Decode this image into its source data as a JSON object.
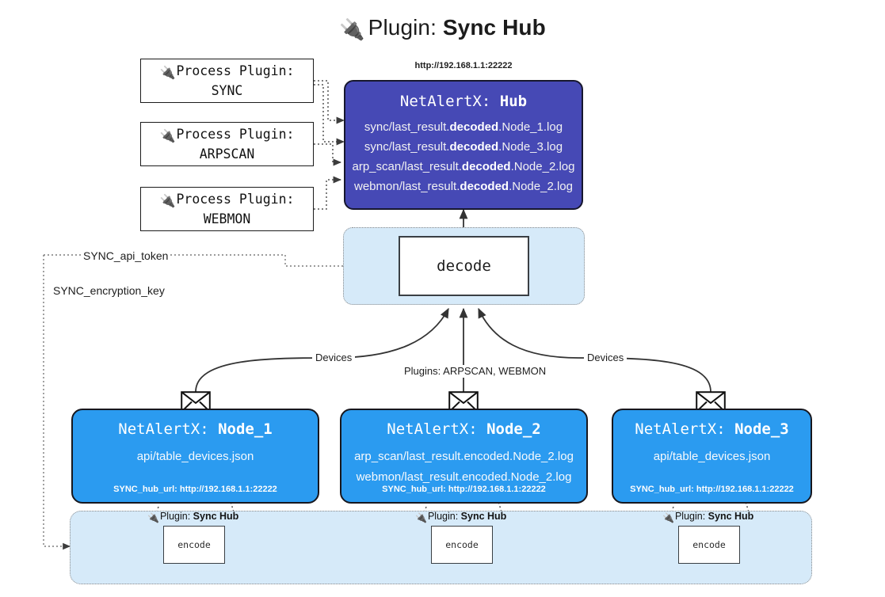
{
  "title": {
    "icon": "plug-icon",
    "glyph": "🔌",
    "lead": "Plugin: ",
    "name": "Sync Hub"
  },
  "process_plugins": [
    {
      "icon": "plug-icon",
      "glyph": "🔌",
      "line1": "Process Plugin:",
      "line2": "SYNC"
    },
    {
      "icon": "plug-icon",
      "glyph": "🔌",
      "line1": "Process Plugin:",
      "line2": "ARPSCAN"
    },
    {
      "icon": "plug-icon",
      "glyph": "🔌",
      "line1": "Process Plugin:",
      "line2": "WEBMON"
    }
  ],
  "hub": {
    "url": "http://192.168.1.1:22222",
    "title_prefix": "NetAlertX: ",
    "title_name": "Hub",
    "lines": [
      {
        "pre": "sync/last_result.",
        "mid": "decoded",
        "post": ".Node_1.log"
      },
      {
        "pre": "sync/last_result.",
        "mid": "decoded",
        "post": ".Node_3.log"
      },
      {
        "pre": "arp_scan/last_result.",
        "mid": "decoded",
        "post": ".Node_2.log"
      },
      {
        "pre": "webmon/last_result.",
        "mid": "decoded",
        "post": ".Node_2.log"
      }
    ]
  },
  "decode": {
    "label": "decode"
  },
  "keys": {
    "api_token": "SYNC_api_token",
    "encryption_key": "SYNC_encryption_key"
  },
  "edge_labels": {
    "devices_left": "Devices",
    "devices_right": "Devices",
    "plugins_center": "Plugins: ARPSCAN, WEBMON"
  },
  "nodes": [
    {
      "icon": "envelope-icon",
      "title_prefix": "NetAlertX: ",
      "title_name": "Node_1",
      "lines": [
        "api/table_devices.json"
      ],
      "foot": "SYNC_hub_url: http://192.168.1.1:22222"
    },
    {
      "icon": "envelope-icon",
      "title_prefix": "NetAlertX: ",
      "title_name": "Node_2",
      "lines": [
        "arp_scan/last_result.encoded.Node_2.log",
        "webmon/last_result.encoded.Node_2.log"
      ],
      "foot": "SYNC_hub_url: http://192.168.1.1:22222"
    },
    {
      "icon": "envelope-icon",
      "title_prefix": "NetAlertX: ",
      "title_name": "Node_3",
      "lines": [
        "api/table_devices.json"
      ],
      "foot": "SYNC_hub_url: http://192.168.1.1:22222"
    }
  ],
  "encode_group": [
    {
      "icon": "plug-icon",
      "glyph": "🔌",
      "caption_lead": "Plugin: ",
      "caption_name": "Sync Hub",
      "box_label": "encode"
    },
    {
      "icon": "plug-icon",
      "glyph": "🔌",
      "caption_lead": "Plugin: ",
      "caption_name": "Sync Hub",
      "box_label": "encode"
    },
    {
      "icon": "plug-icon",
      "glyph": "🔌",
      "caption_lead": "Plugin: ",
      "caption_name": "Sync Hub",
      "box_label": "encode"
    }
  ],
  "colors": {
    "hub_fill": "#4649b5",
    "node_fill": "#2b9bf0",
    "group_fill": "#d6eaf9",
    "edge_stroke": "#333333",
    "dotted_stroke": "#555555"
  }
}
